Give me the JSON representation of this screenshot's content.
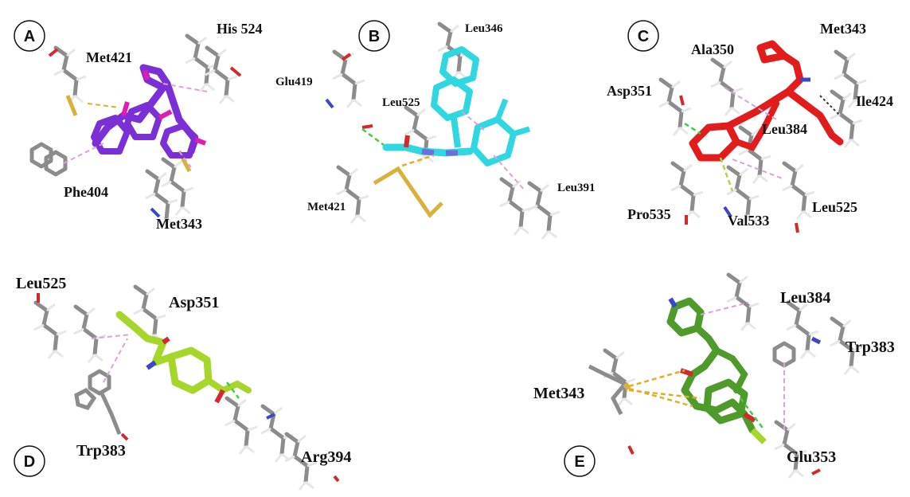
{
  "figure": {
    "panels": [
      {
        "letter": "A",
        "ligand_color": "#7b2fd6",
        "labels": [
          "Met421",
          "His 524",
          "Phe404",
          "Met343"
        ]
      },
      {
        "letter": "B",
        "ligand_color": "#2fd7e0",
        "labels": [
          "Leu346",
          "Glu419",
          "Leu525",
          "Met421",
          "Leu391"
        ]
      },
      {
        "letter": "C",
        "ligand_color": "#e21b1b",
        "labels": [
          "Met343",
          "Ala350",
          "Asp351",
          "Ile424",
          "Leu384",
          "Pro535",
          "Val533",
          "Leu525"
        ]
      },
      {
        "letter": "D",
        "ligand_color": "#a6d62a",
        "labels": [
          "Leu525",
          "Asp351",
          "Trp383",
          "Arg394"
        ]
      },
      {
        "letter": "E",
        "ligand_color": "#4e9a2a",
        "labels": [
          "Leu384",
          "Trp383",
          "Met343",
          "Glu353"
        ]
      }
    ],
    "colors": {
      "residue_stick": "#8c8c8c",
      "hydrogen": "#e6e6e6",
      "sulfur": "#d9b13a",
      "nitrogen": "#3b46c9",
      "oxygen": "#d22a2a",
      "hbond": "#3fcf3f",
      "sulfur_interaction": "#e0b020",
      "hydrophobic": "#d9a3d9"
    }
  }
}
